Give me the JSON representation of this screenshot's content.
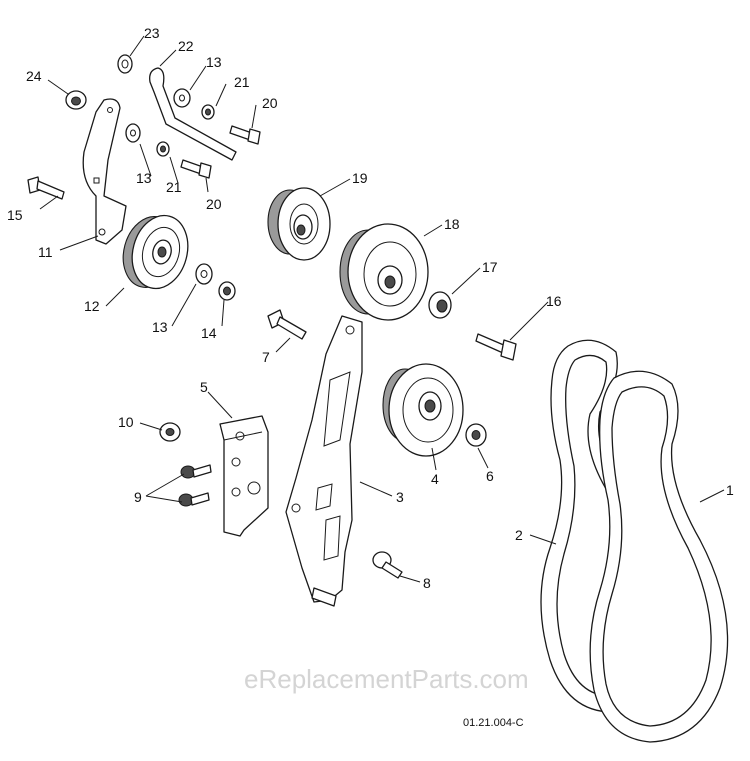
{
  "callouts": {
    "c1": "1",
    "c2": "2",
    "c3": "3",
    "c4": "4",
    "c5": "5",
    "c6": "6",
    "c7": "7",
    "c8": "8",
    "c9": "9",
    "c10": "10",
    "c11": "11",
    "c12": "12",
    "c13a": "13",
    "c13b": "13",
    "c13c": "13",
    "c14": "14",
    "c15": "15",
    "c16": "16",
    "c17": "17",
    "c18": "18",
    "c19": "19",
    "c20a": "20",
    "c20b": "20",
    "c21a": "21",
    "c21b": "21",
    "c22": "22",
    "c23": "23",
    "c24": "24"
  },
  "watermark": "eReplacementParts.com",
  "diagram_code": "01.21.004-C"
}
